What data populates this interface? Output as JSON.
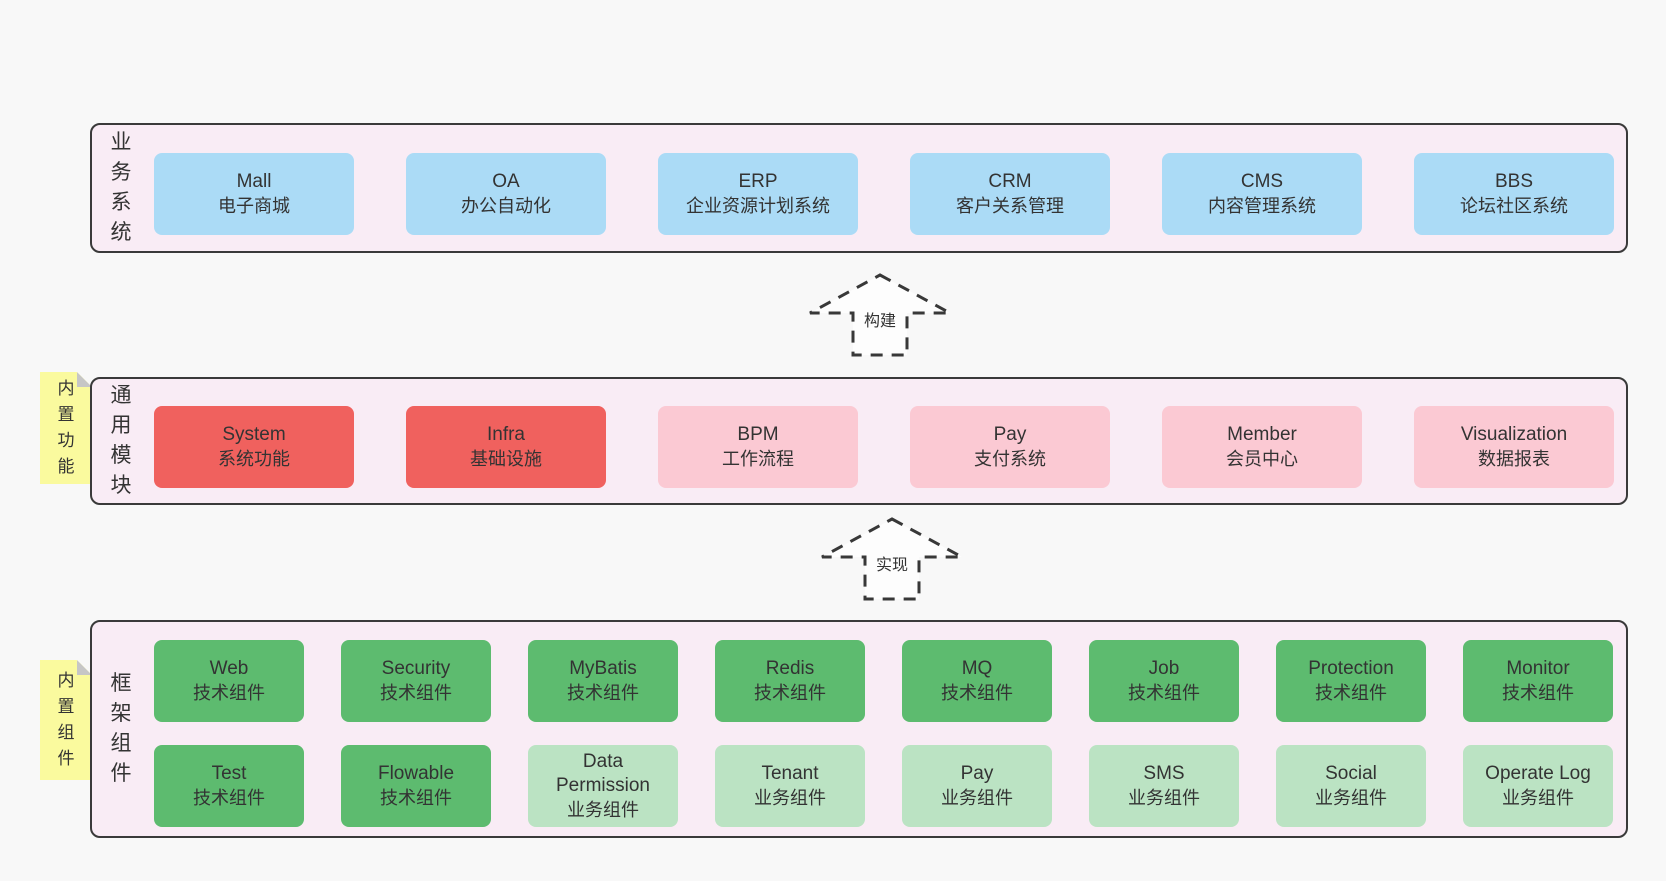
{
  "colors": {
    "page_bg": "#f8f8f8",
    "panel_bg": "#f9ecf5",
    "panel_border": "#3a3a3a",
    "text": "#333333",
    "blue": "#abdbf6",
    "red": "#f0615e",
    "pink": "#fbc9d3",
    "green": "#5dbb6f",
    "light_green": "#bbe3c3",
    "note_yellow": "#fafa9e",
    "note_fold": "#c6c6c6",
    "arrow_fill": "#fdfdfd",
    "arrow_stroke": "#383838"
  },
  "layers": [
    {
      "label": "业务系统",
      "note": null,
      "rows": [
        [
          {
            "title": "Mall",
            "subtitle": "电子商城",
            "color": "blue"
          },
          {
            "title": "OA",
            "subtitle": "办公自动化",
            "color": "blue"
          },
          {
            "title": "ERP",
            "subtitle": "企业资源计划系统",
            "color": "blue"
          },
          {
            "title": "CRM",
            "subtitle": "客户关系管理",
            "color": "blue"
          },
          {
            "title": "CMS",
            "subtitle": "内容管理系统",
            "color": "blue"
          },
          {
            "title": "BBS",
            "subtitle": "论坛社区系统",
            "color": "blue"
          }
        ]
      ]
    },
    {
      "label": "通用模块",
      "note": "内置功能",
      "rows": [
        [
          {
            "title": "System",
            "subtitle": "系统功能",
            "color": "red"
          },
          {
            "title": "Infra",
            "subtitle": "基础设施",
            "color": "red"
          },
          {
            "title": "BPM",
            "subtitle": "工作流程",
            "color": "pink"
          },
          {
            "title": "Pay",
            "subtitle": "支付系统",
            "color": "pink"
          },
          {
            "title": "Member",
            "subtitle": "会员中心",
            "color": "pink"
          },
          {
            "title": "Visualization",
            "subtitle": "数据报表",
            "color": "pink"
          }
        ]
      ]
    },
    {
      "label": "框架组件",
      "note": "内置组件",
      "rows": [
        [
          {
            "title": "Web",
            "subtitle": "技术组件",
            "color": "green"
          },
          {
            "title": "Security",
            "subtitle": "技术组件",
            "color": "green"
          },
          {
            "title": "MyBatis",
            "subtitle": "技术组件",
            "color": "green"
          },
          {
            "title": "Redis",
            "subtitle": "技术组件",
            "color": "green"
          },
          {
            "title": "MQ",
            "subtitle": "技术组件",
            "color": "green"
          },
          {
            "title": "Job",
            "subtitle": "技术组件",
            "color": "green"
          },
          {
            "title": "Protection",
            "subtitle": "技术组件",
            "color": "green"
          },
          {
            "title": "Monitor",
            "subtitle": "技术组件",
            "color": "green"
          }
        ],
        [
          {
            "title": "Test",
            "subtitle": "技术组件",
            "color": "green"
          },
          {
            "title": "Flowable",
            "subtitle": "技术组件",
            "color": "green"
          },
          {
            "title": "Data Permission",
            "subtitle": "业务组件",
            "color": "light_green"
          },
          {
            "title": "Tenant",
            "subtitle": "业务组件",
            "color": "light_green"
          },
          {
            "title": "Pay",
            "subtitle": "业务组件",
            "color": "light_green"
          },
          {
            "title": "SMS",
            "subtitle": "业务组件",
            "color": "light_green"
          },
          {
            "title": "Social",
            "subtitle": "业务组件",
            "color": "light_green"
          },
          {
            "title": "Operate Log",
            "subtitle": "业务组件",
            "color": "light_green"
          }
        ]
      ]
    }
  ],
  "arrows": [
    {
      "label": "构建"
    },
    {
      "label": "实现"
    }
  ]
}
